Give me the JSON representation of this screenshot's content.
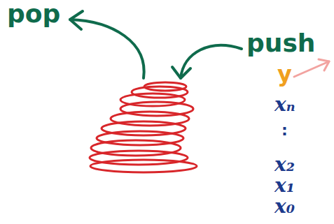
{
  "diagram": {
    "labels": [
      "pop",
      "push",
      "y",
      "xₙ",
      ":",
      "x₂",
      "x₁",
      "x₀"
    ]
  }
}
